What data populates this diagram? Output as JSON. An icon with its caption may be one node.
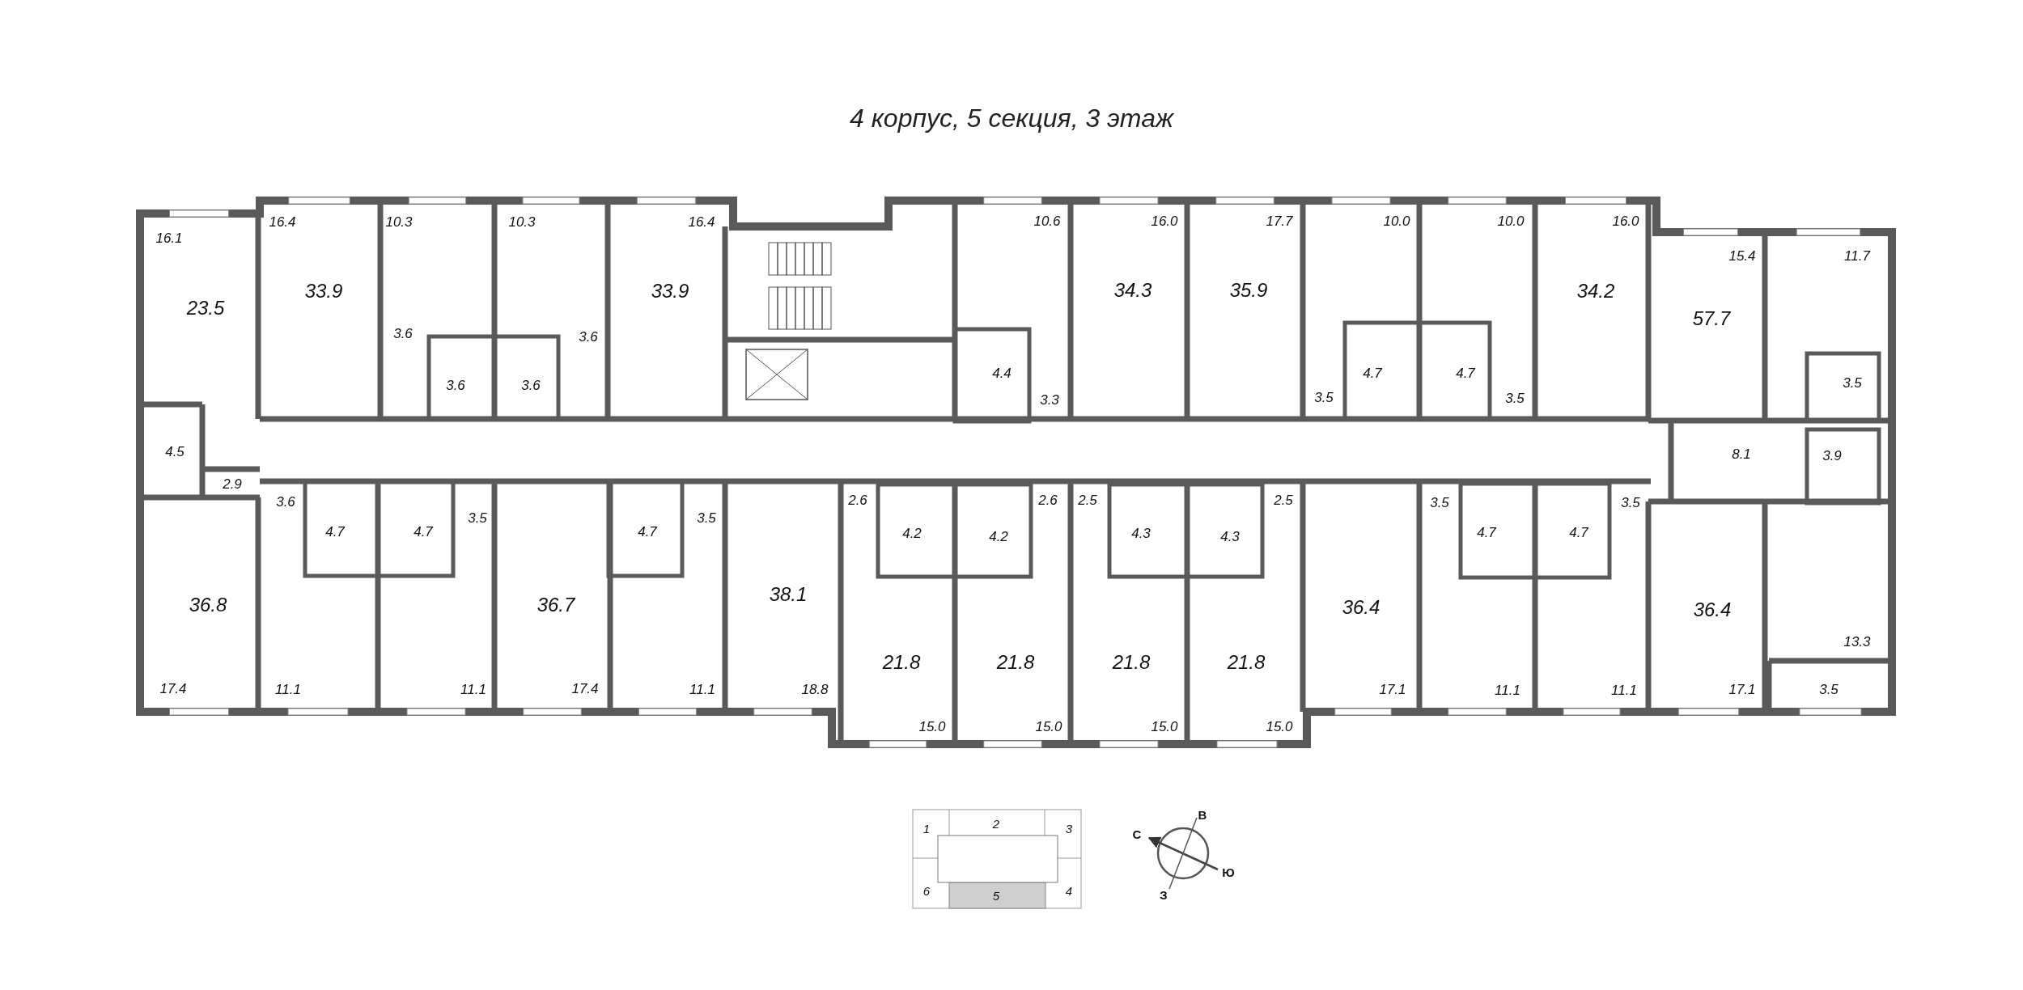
{
  "diagram": {
    "title": "4 корпус, 5 секция, 3 этаж",
    "labels": [
      "16.1",
      "16.4",
      "10.3",
      "10.3",
      "16.4",
      "10.6",
      "16.0",
      "17.7",
      "10.0",
      "10.0",
      "16.0",
      "15.4",
      "11.7",
      "23.5",
      "33.9",
      "33.9",
      "34.3",
      "35.9",
      "34.2",
      "57.7",
      "3.6",
      "3.6",
      "3.6",
      "3.6",
      "4.4",
      "3.3",
      "3.5",
      "4.7",
      "4.7",
      "3.5",
      "3.5",
      "4.5",
      "2.9",
      "8.1",
      "3.9",
      "3.6",
      "3.5",
      "3.5",
      "2.6",
      "2.6",
      "2.5",
      "2.5",
      "3.5",
      "3.5",
      "4.7",
      "4.7",
      "4.7",
      "4.2",
      "4.2",
      "4.3",
      "4.3",
      "4.7",
      "4.7",
      "36.8",
      "36.7",
      "38.1",
      "21.8",
      "21.8",
      "21.8",
      "21.8",
      "36.4",
      "36.4",
      "13.3",
      "17.4",
      "11.1",
      "11.1",
      "17.4",
      "11.1",
      "18.8",
      "17.1",
      "11.1",
      "11.1",
      "17.1",
      "3.5",
      "15.0",
      "15.0",
      "15.0",
      "15.0",
      "1",
      "2",
      "3",
      "6",
      "5",
      "4",
      "В",
      "С",
      "Ю",
      "З"
    ]
  }
}
